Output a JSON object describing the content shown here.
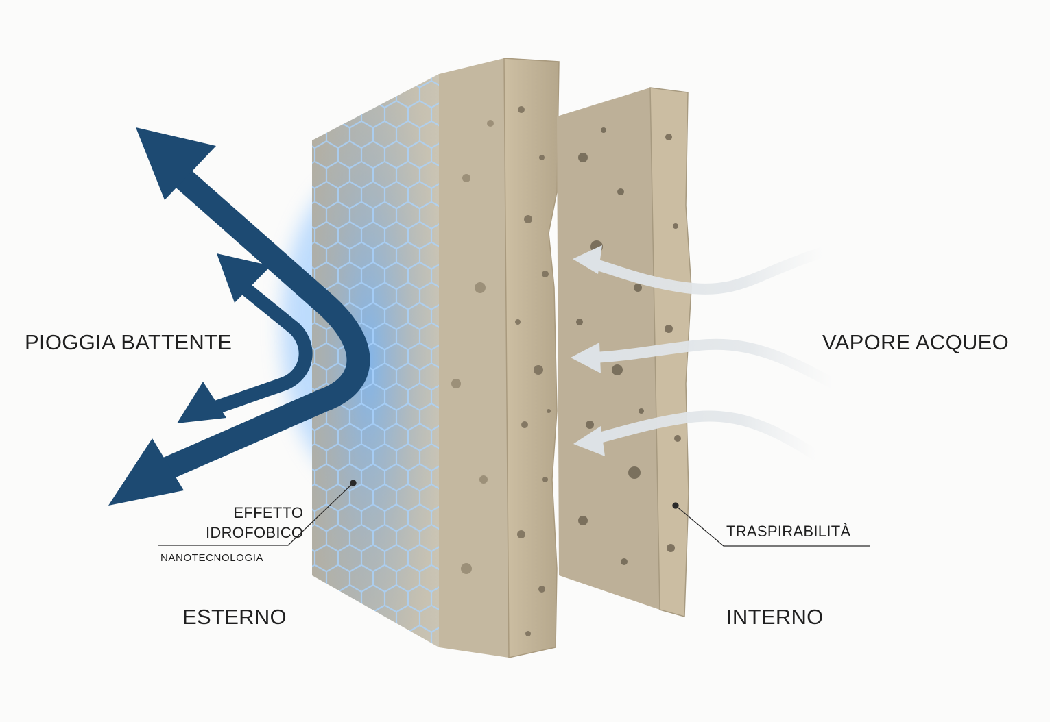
{
  "labels": {
    "rain": "PIOGGIA BATTENTE",
    "vapor": "VAPORE ACQUEO",
    "effect_line1": "EFFETTO",
    "effect_line2": "IDROFOBICO",
    "nanotech": "NANOTECNOLOGIA",
    "breathability": "TRASPIRABILITÀ",
    "exterior": "ESTERNO",
    "interior": "INTERNO"
  },
  "colors": {
    "rain_arrow": "#1d4a72",
    "vapor_arrow": "#e6e9ec",
    "stone": "#c8bba2",
    "stone_dark": "#9c8e74",
    "hex_glow": "#5aa8f5",
    "background": "#fbfbfa"
  }
}
